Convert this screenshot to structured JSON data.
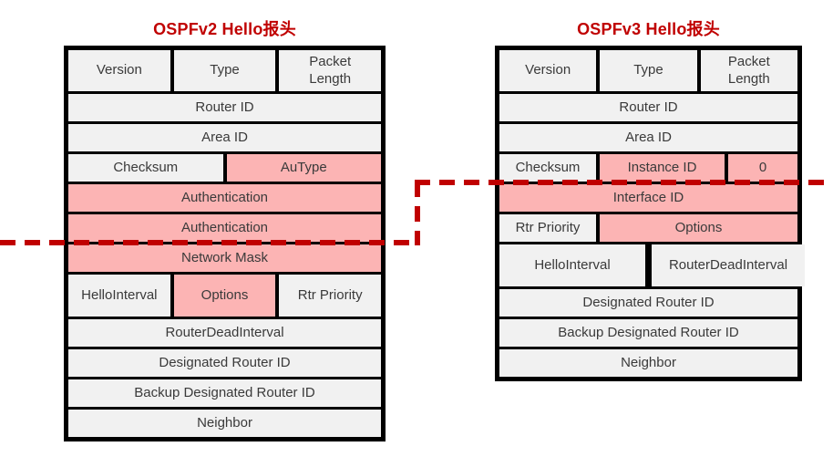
{
  "colors": {
    "accent_red": "#c00000",
    "highlight_pink": "#fcb4b4",
    "cell_gray": "#f1f1f1",
    "border_black": "#000000"
  },
  "v2": {
    "title": "OSPFv2 Hello报头",
    "rows": [
      {
        "cells": [
          {
            "t": "Version",
            "hl": false
          },
          {
            "t": "Type",
            "hl": false
          },
          {
            "t": "Packet\nLength",
            "hl": false
          }
        ]
      },
      {
        "cells": [
          {
            "t": "Router ID",
            "hl": false
          }
        ]
      },
      {
        "cells": [
          {
            "t": "Area ID",
            "hl": false
          }
        ]
      },
      {
        "cells": [
          {
            "t": "Checksum",
            "hl": false
          },
          {
            "t": "AuType",
            "hl": true
          }
        ]
      },
      {
        "cells": [
          {
            "t": "Authentication",
            "hl": true
          }
        ]
      },
      {
        "cells": [
          {
            "t": "Authentication",
            "hl": true
          }
        ]
      },
      {
        "cells": [
          {
            "t": "Network Mask",
            "hl": true
          }
        ]
      },
      {
        "cells": [
          {
            "t": "HelloInterval",
            "hl": false
          },
          {
            "t": "Options",
            "hl": true
          },
          {
            "t": "Rtr Priority",
            "hl": false
          }
        ]
      },
      {
        "cells": [
          {
            "t": "RouterDeadInterval",
            "hl": false
          }
        ]
      },
      {
        "cells": [
          {
            "t": "Designated Router ID",
            "hl": false
          }
        ]
      },
      {
        "cells": [
          {
            "t": "Backup Designated Router ID",
            "hl": false
          }
        ]
      },
      {
        "cells": [
          {
            "t": "Neighbor",
            "hl": false
          }
        ]
      }
    ]
  },
  "v3": {
    "title": "OSPFv3 Hello报头",
    "rows": [
      {
        "cells": [
          {
            "t": "Version",
            "hl": false
          },
          {
            "t": "Type",
            "hl": false
          },
          {
            "t": "Packet\nLength",
            "hl": false
          }
        ]
      },
      {
        "cells": [
          {
            "t": "Router ID",
            "hl": false
          }
        ]
      },
      {
        "cells": [
          {
            "t": "Area ID",
            "hl": false
          }
        ]
      },
      {
        "cells": [
          {
            "t": "Checksum",
            "hl": false
          },
          {
            "t": "Instance ID",
            "hl": true
          },
          {
            "t": "0",
            "hl": true
          }
        ]
      },
      {
        "cells": [
          {
            "t": "Interface ID",
            "hl": true
          }
        ]
      },
      {
        "cells": [
          {
            "t": "Rtr Priority",
            "hl": false
          },
          {
            "t": "Options",
            "hl": true
          }
        ]
      },
      {
        "cells": [
          {
            "t": "HelloInterval",
            "hl": false
          },
          {
            "t": "RouterDeadInterval",
            "hl": false
          }
        ]
      },
      {
        "cells": [
          {
            "t": "Designated Router ID",
            "hl": false
          }
        ]
      },
      {
        "cells": [
          {
            "t": "Backup Designated Router ID",
            "hl": false
          }
        ]
      },
      {
        "cells": [
          {
            "t": "Neighbor",
            "hl": false
          }
        ]
      }
    ]
  }
}
